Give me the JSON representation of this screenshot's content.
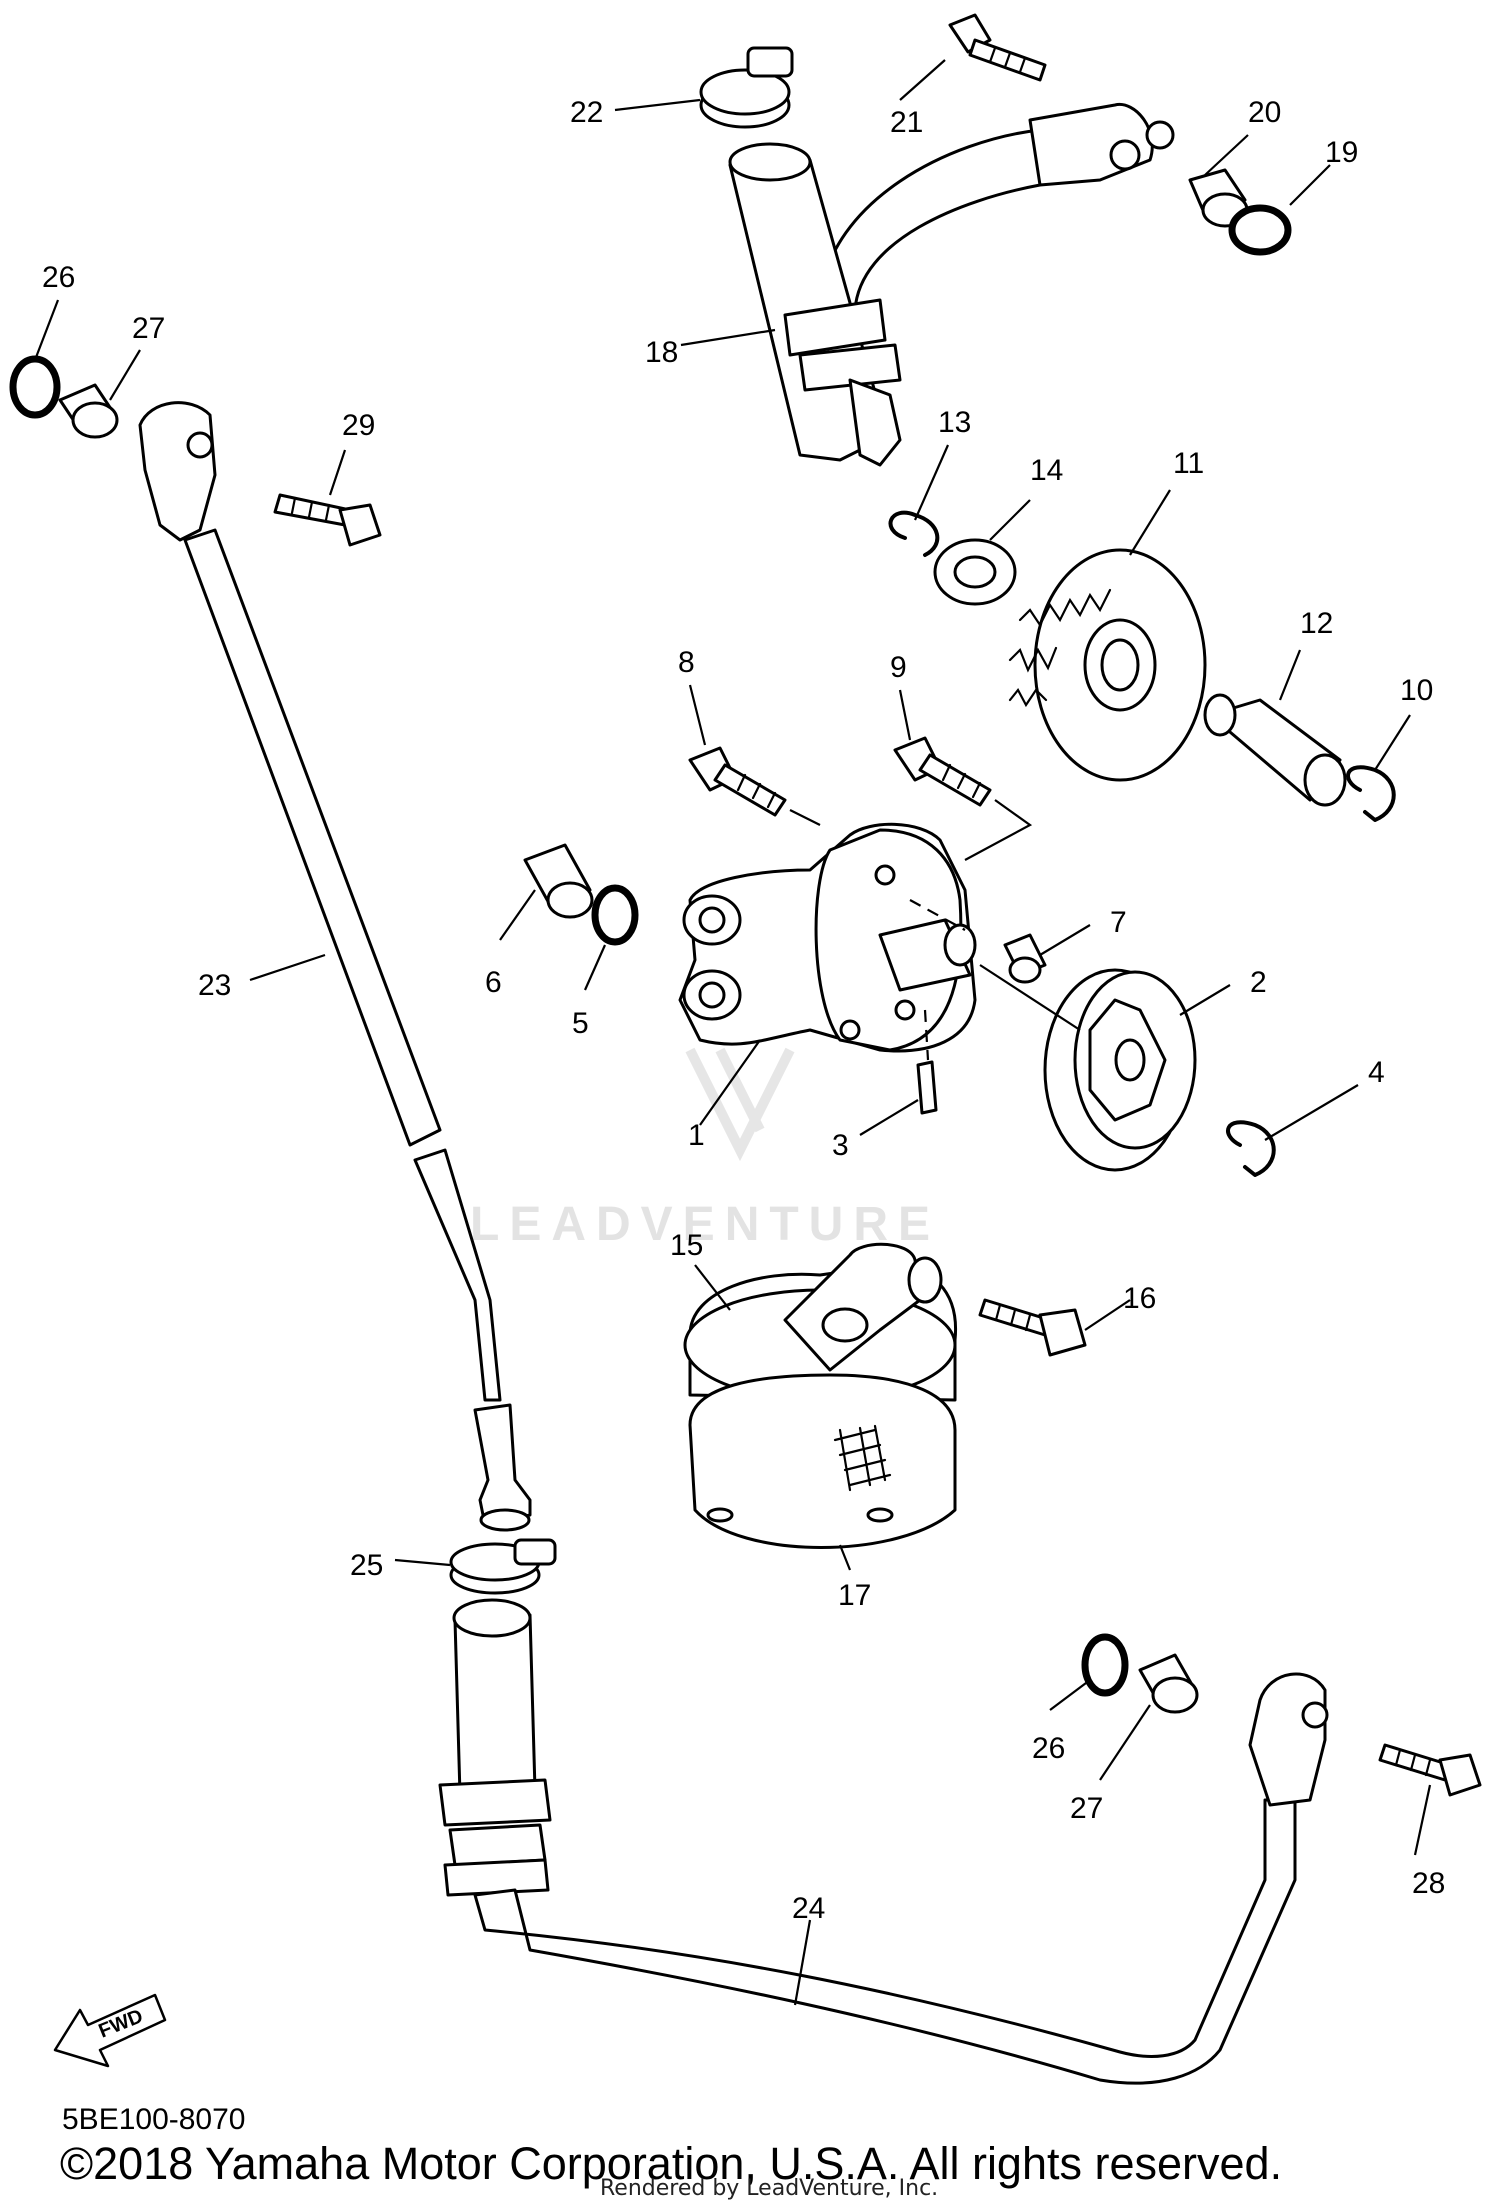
{
  "watermark": {
    "text": "LEADVENTURE"
  },
  "fwd_label": "FWD",
  "diagram_code": "5BE100-8070",
  "copyright": "©2018 Yamaha Motor Corporation, U.S.A. All rights reserved.",
  "rendered_by": "Rendered by LeadVenture, Inc.",
  "callouts": {
    "c1": "1",
    "c2": "2",
    "c3": "3",
    "c4": "4",
    "c5": "5",
    "c6": "6",
    "c7": "7",
    "c8": "8",
    "c9": "9",
    "c10": "10",
    "c11": "11",
    "c12": "12",
    "c13": "13",
    "c14": "14",
    "c15": "15",
    "c16": "16",
    "c17": "17",
    "c18": "18",
    "c19": "19",
    "c20": "20",
    "c21": "21",
    "c22": "22",
    "c23": "23",
    "c24": "24",
    "c25": "25",
    "c26a": "26",
    "c26b": "26",
    "c27a": "27",
    "c27b": "27",
    "c28": "28",
    "c29": "29"
  }
}
